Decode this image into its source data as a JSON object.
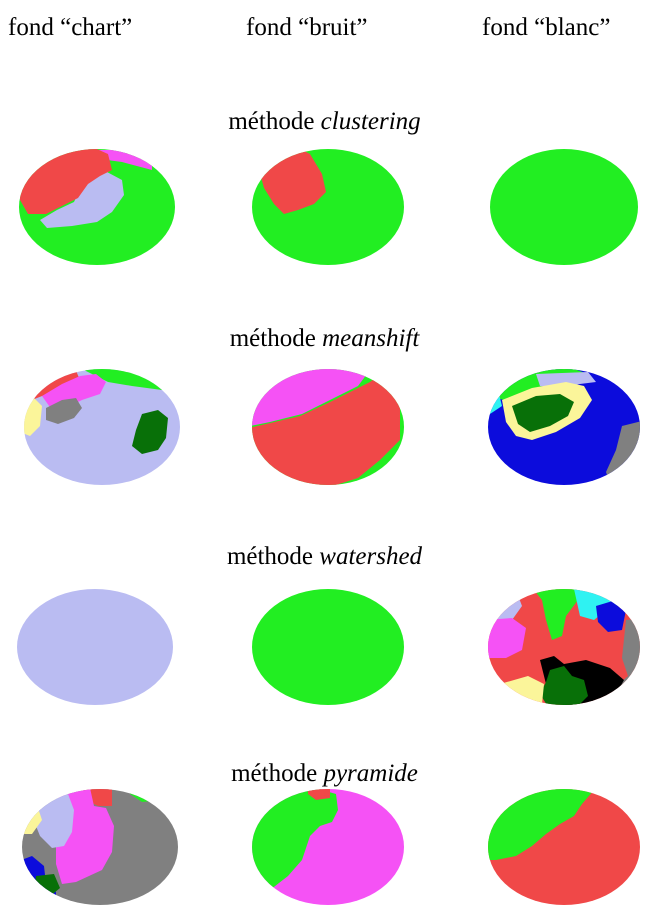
{
  "columns": [
    {
      "prefix": "fond",
      "quote_open": "“",
      "name": "chart",
      "quote_close": "”"
    },
    {
      "prefix": "fond",
      "quote_open": "“",
      "name": "bruit",
      "quote_close": "”"
    },
    {
      "prefix": "fond",
      "quote_open": "“",
      "name": "blanc",
      "quote_close": "”"
    }
  ],
  "methods": [
    {
      "prefix": "méthode",
      "name": "clustering"
    },
    {
      "prefix": "méthode",
      "name": "meanshift"
    },
    {
      "prefix": "méthode",
      "name": "watershed"
    },
    {
      "prefix": "méthode",
      "name": "pyramide"
    }
  ],
  "colors": {
    "green": "#22ee22",
    "red": "#f04848",
    "lavender": "#babcf2",
    "magenta": "#f552f5",
    "gray": "#808080",
    "yellow": "#fbf59a",
    "darkgreen": "#087008",
    "blue": "#0c0cdc",
    "cyan": "#2ff2f2",
    "black": "#000000"
  }
}
